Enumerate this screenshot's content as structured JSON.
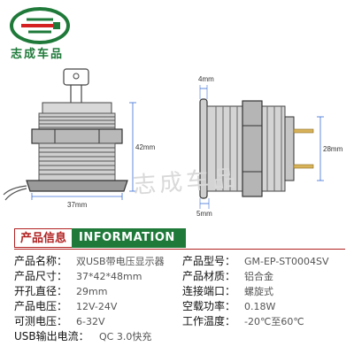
{
  "brand": {
    "name": "志成车品",
    "icon": "g-logo-icon"
  },
  "watermark": "志成车品",
  "dimensions": {
    "front_width": "37mm",
    "front_height": "42mm",
    "side_top": "4mm",
    "side_height": "28mm",
    "side_bottom": "5mm"
  },
  "info": {
    "title_cn": "产品信息",
    "title_en": "INFORMATION"
  },
  "specs": [
    {
      "label": "产品名称：",
      "value": "双USB带电压显示器"
    },
    {
      "label": "产品型号：",
      "value": "GM-EP-ST0004SV"
    },
    {
      "label": "产品尺寸：",
      "value": "37*42*48mm"
    },
    {
      "label": "产品材质：",
      "value": "铝合金"
    },
    {
      "label": "开孔直径：",
      "value": "29mm"
    },
    {
      "label": "连接端口：",
      "value": "螺旋式"
    },
    {
      "label": "产品电压：",
      "value": "12V-24V"
    },
    {
      "label": "空载功率：",
      "value": "0.18W"
    },
    {
      "label": "可测电压：",
      "value": "6-32V"
    },
    {
      "label": "工作温度：",
      "value": "-20℃至60℃"
    },
    {
      "label": "USB输出电流：",
      "value": "QC 3.0快充"
    }
  ],
  "colors": {
    "green": "#1f7a3a",
    "red": "#b22222"
  }
}
